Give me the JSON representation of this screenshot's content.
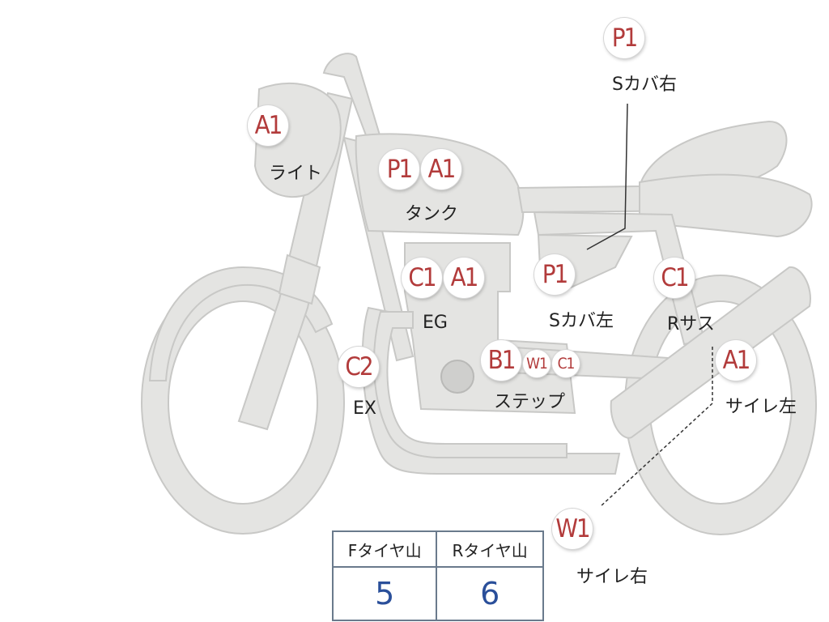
{
  "markers": [
    {
      "id": "light",
      "badges": [
        "A1"
      ],
      "label": "ライト"
    },
    {
      "id": "tank",
      "badges": [
        "P1",
        "A1"
      ],
      "label": "タンク"
    },
    {
      "id": "engine",
      "badges": [
        "C1",
        "A1"
      ],
      "label": "EG"
    },
    {
      "id": "exhaust",
      "badges": [
        "C2"
      ],
      "label": "EX"
    },
    {
      "id": "step",
      "badges": [
        "B1",
        "W1",
        "C1"
      ],
      "label": "ステップ"
    },
    {
      "id": "side-cover-left",
      "badges": [
        "P1"
      ],
      "label": "Sカバ左"
    },
    {
      "id": "side-cover-right",
      "badges": [
        "P1"
      ],
      "label": "Sカバ右"
    },
    {
      "id": "rear-suspension",
      "badges": [
        "C1"
      ],
      "label": "Rサス"
    },
    {
      "id": "muffler-left",
      "badges": [
        "A1"
      ],
      "label": "サイレ左"
    },
    {
      "id": "muffler-right",
      "badges": [
        "W1"
      ],
      "label": "サイレ右"
    }
  ],
  "tire_table": {
    "front_header": "Fタイヤ山",
    "rear_header": "Rタイヤ山",
    "front_value": "5",
    "rear_value": "6"
  },
  "colors": {
    "bike_fill": "#e4e4e2",
    "bike_stroke": "#c8c8c6",
    "badge_text": "#b23b3b",
    "table_border": "#6a7a8c",
    "table_value": "#2a4f9a"
  }
}
